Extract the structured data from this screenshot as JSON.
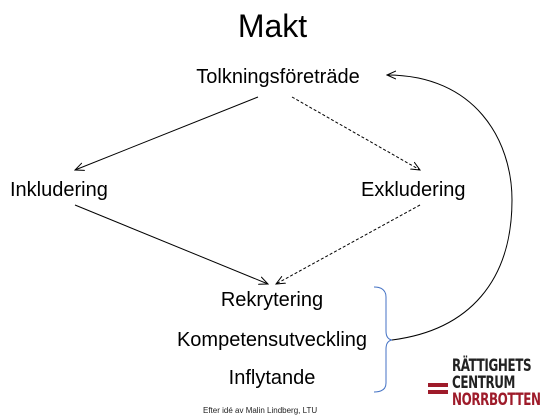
{
  "title": "Makt",
  "nodes": {
    "top": "Tolkningsföreträde",
    "left": "Inkludering",
    "right": "Exkludering",
    "bottom": [
      "Rekrytering",
      "Kompetensutveckling",
      "Inflytande"
    ]
  },
  "footer": "Efter idé av Malin Lindberg, LTU",
  "logo": {
    "lines": [
      "RÄTTIGHETS",
      "CENTRUM",
      "NORRBOTTEN"
    ],
    "accent_color": "#9e1b2a"
  },
  "colors": {
    "arrow": "#000000",
    "bracket": "#4472c4"
  }
}
